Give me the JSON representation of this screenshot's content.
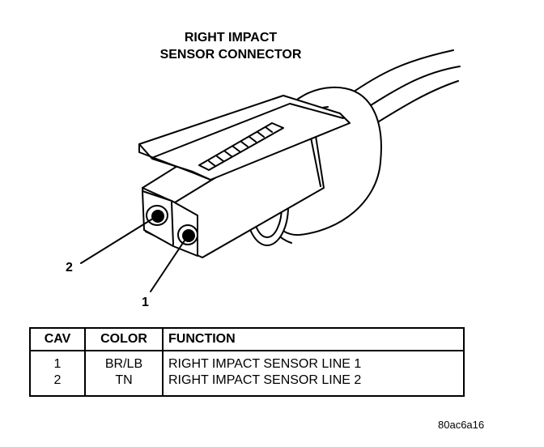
{
  "title": {
    "line1": "RIGHT IMPACT",
    "line2": "SENSOR CONNECTOR"
  },
  "callouts": {
    "pin2": "2",
    "pin1": "1"
  },
  "table": {
    "headers": [
      "CAV",
      "COLOR",
      "FUNCTION"
    ],
    "rows": [
      {
        "cav": "1",
        "color": "BR/LB",
        "function": "RIGHT IMPACT SENSOR LINE 1"
      },
      {
        "cav": "2",
        "color": "TN",
        "function": "RIGHT IMPACT SENSOR LINE 2"
      }
    ]
  },
  "figure_id": "80ac6a16"
}
